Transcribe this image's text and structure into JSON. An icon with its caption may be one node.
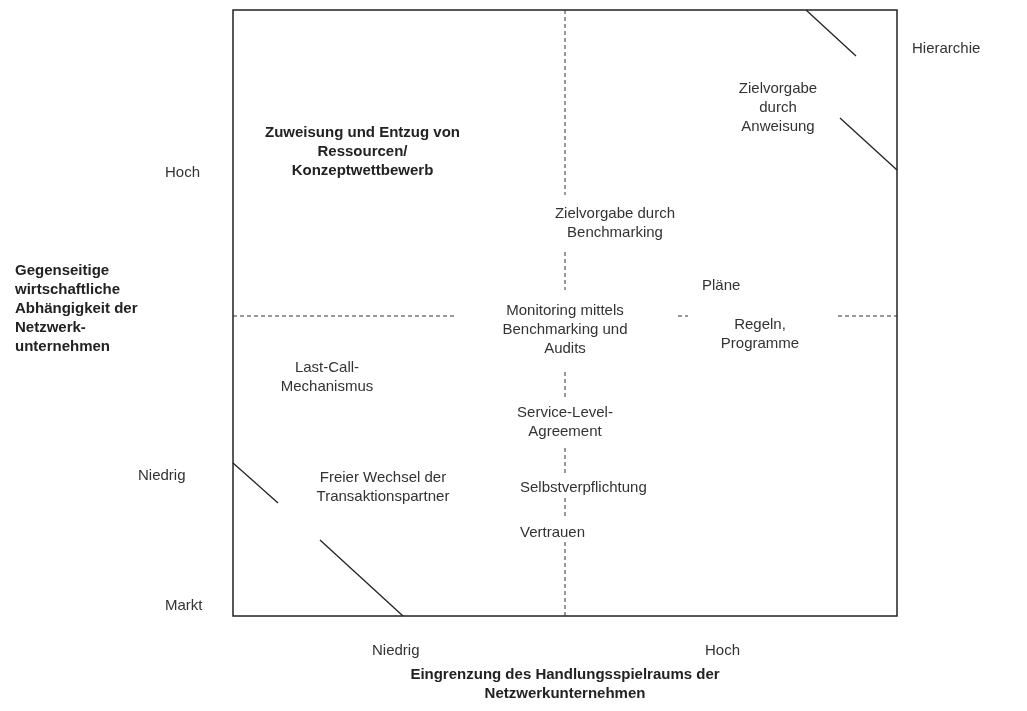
{
  "diagram": {
    "labels": [
      "Hierarchie",
      "Zielvorgabe durch Anweisung",
      "Zuweisung und Entzug von Ressourcen/ Konzeptwettbewerb",
      "Hoch",
      "Zielvorgabe durch Benchmarking",
      "Gegenseitige wirtschaftliche Abhängigkeit der Netzwerk- unternehmen",
      "Pläne",
      "Monitoring mittels Benchmarking und Audits",
      "Regeln, Programme",
      "Last-Call- Mechanismus",
      "Service-Level- Agreement",
      "Niedrig",
      "Freier Wechsel der Transaktionspartner",
      "Selbstverpflichtung",
      "Vertrauen",
      "Markt",
      "Niedrig",
      "Hoch",
      "Eingrenzung des Handlungsspielraums der Netzwerkunternehmen"
    ]
  }
}
